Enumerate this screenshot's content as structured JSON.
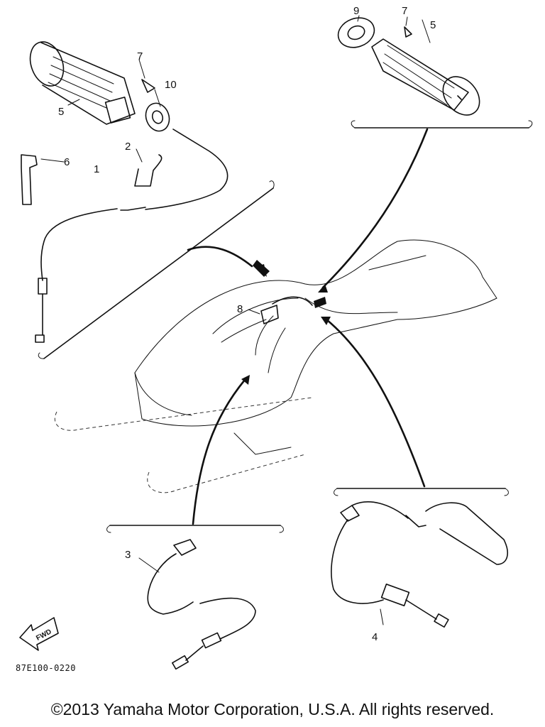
{
  "diagram": {
    "callouts": {
      "c1": "1",
      "c2": "2",
      "c3": "3",
      "c4": "4",
      "c5a": "5",
      "c5b": "5",
      "c6": "6",
      "c7a": "7",
      "c7b": "7",
      "c8": "8",
      "c9": "9",
      "c10": "10"
    },
    "fwd_label": "FWD",
    "drawing_code": "87E100-0220"
  },
  "footer": {
    "copyright": "©2013 Yamaha Motor Corporation, U.S.A. All rights reserved."
  }
}
